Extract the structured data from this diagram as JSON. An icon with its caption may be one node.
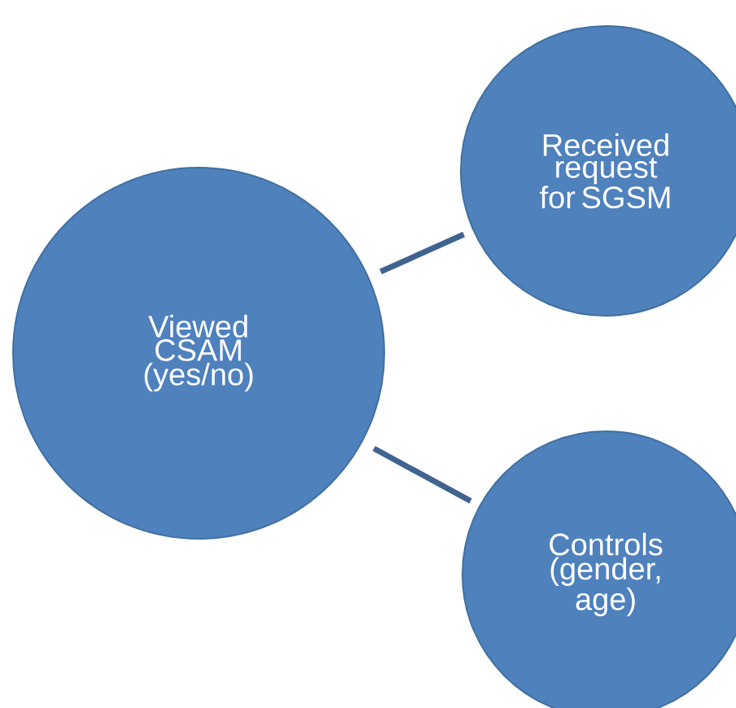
{
  "diagram": {
    "nodes": [
      {
        "text": [
          "Viewed CSAM (yes/no)"
        ]
      },
      {
        "text": [
          "Received request for SGSM"
        ]
      },
      {
        "text": [
          "Controls (gender, age)"
        ]
      }
    ],
    "edges": [
      {
        "from": 0,
        "to": 1,
        "arrow": "none"
      },
      {
        "from": 0,
        "to": 2,
        "arrow": "none"
      }
    ]
  }
}
